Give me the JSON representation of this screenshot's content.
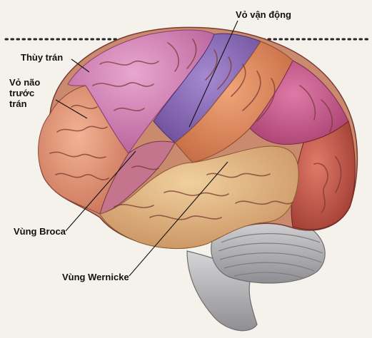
{
  "labels": {
    "motor_cortex": "Vỏ vận động",
    "frontal_lobe": "Thùy trán",
    "prefrontal_line1": "Vỏ não",
    "prefrontal_line2": "trước",
    "prefrontal_line3": "trán",
    "broca": "Vùng Broca",
    "wernicke": "Vùng Wernicke"
  }
}
